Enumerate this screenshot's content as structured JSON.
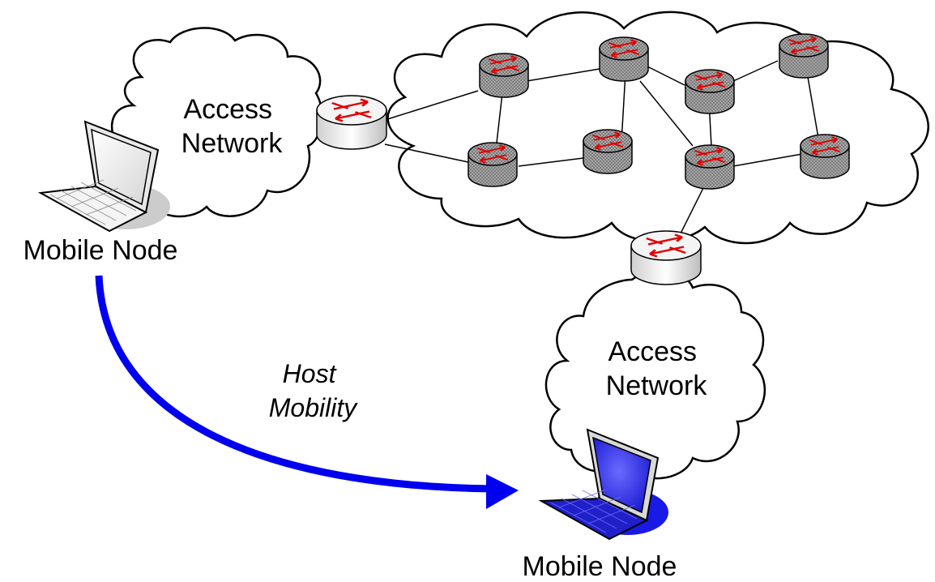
{
  "labels": {
    "access_network_left": [
      "Access",
      "Network"
    ],
    "access_network_bottom": [
      "Access",
      "Network"
    ],
    "mobile_node_left": "Mobile Node",
    "mobile_node_bottom": "Mobile Node",
    "host_mobility": [
      "Host",
      "Mobility"
    ]
  },
  "colors": {
    "arrow": "#0000ee",
    "router_arrows": "#e00000",
    "core_router": "#888888",
    "edge_router": "#e8e8e8",
    "laptop_screen_active": "#2a2aff",
    "laptop_shadow_active": "#1a1ae6",
    "laptop_shadow_idle": "#cccccc"
  },
  "icons": {
    "router": "router-icon",
    "laptop": "laptop-icon",
    "cloud": "cloud-shape"
  }
}
